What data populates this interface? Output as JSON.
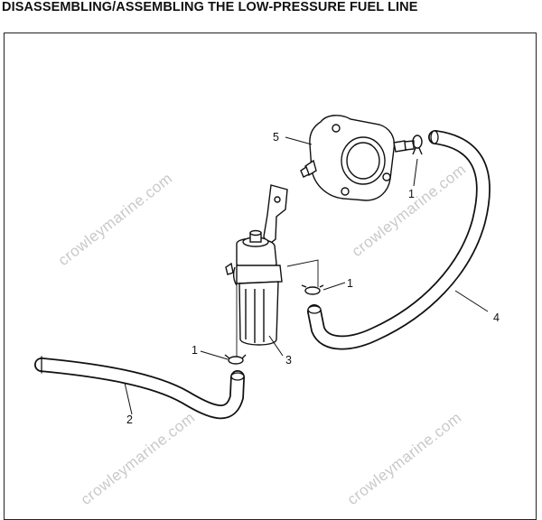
{
  "title": "DISASSEMBLING/ASSEMBLING THE LOW-PRESSURE FUEL LINE",
  "watermark": "crowleymarine.com",
  "callouts": {
    "c1a": "1",
    "c1b": "1",
    "c1c": "1",
    "c2": "2",
    "c3": "3",
    "c4": "4",
    "c5": "5"
  }
}
